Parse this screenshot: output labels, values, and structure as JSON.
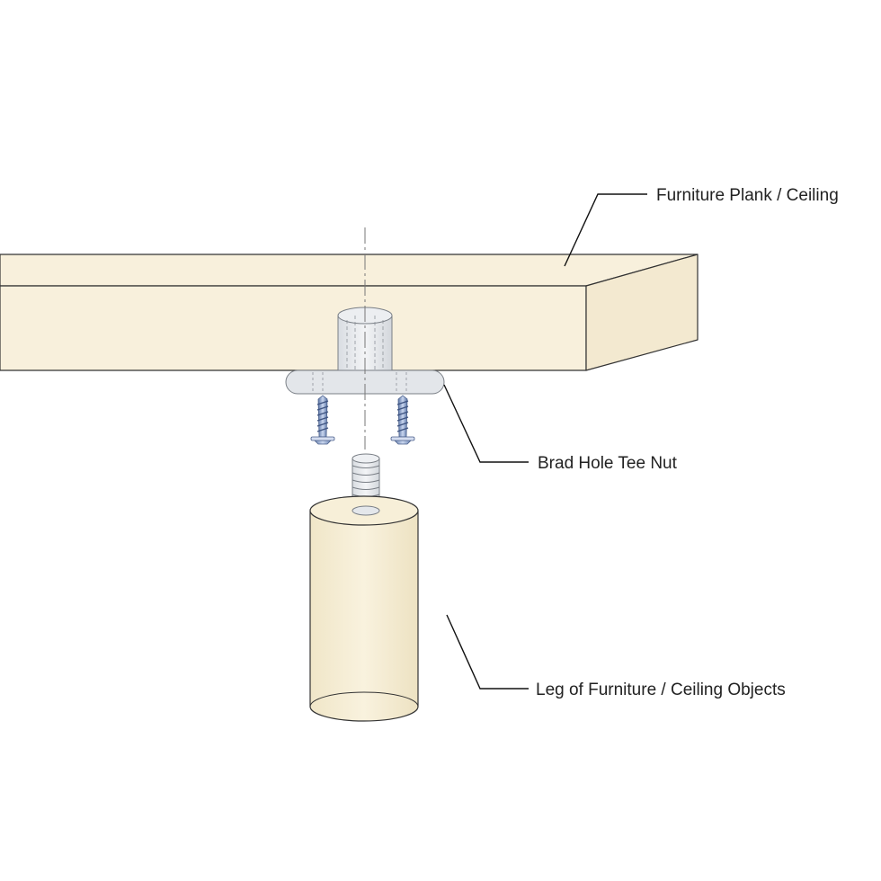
{
  "labels": {
    "plank": "Furniture Plank / Ceiling",
    "tee_nut": "Brad Hole Tee Nut",
    "leg": "Leg of Furniture / Ceiling Objects"
  },
  "colors": {
    "wood": "#f8f0dc",
    "metal": "#e3e6ea",
    "screw": "#7f97c4",
    "outline": "#333333"
  }
}
